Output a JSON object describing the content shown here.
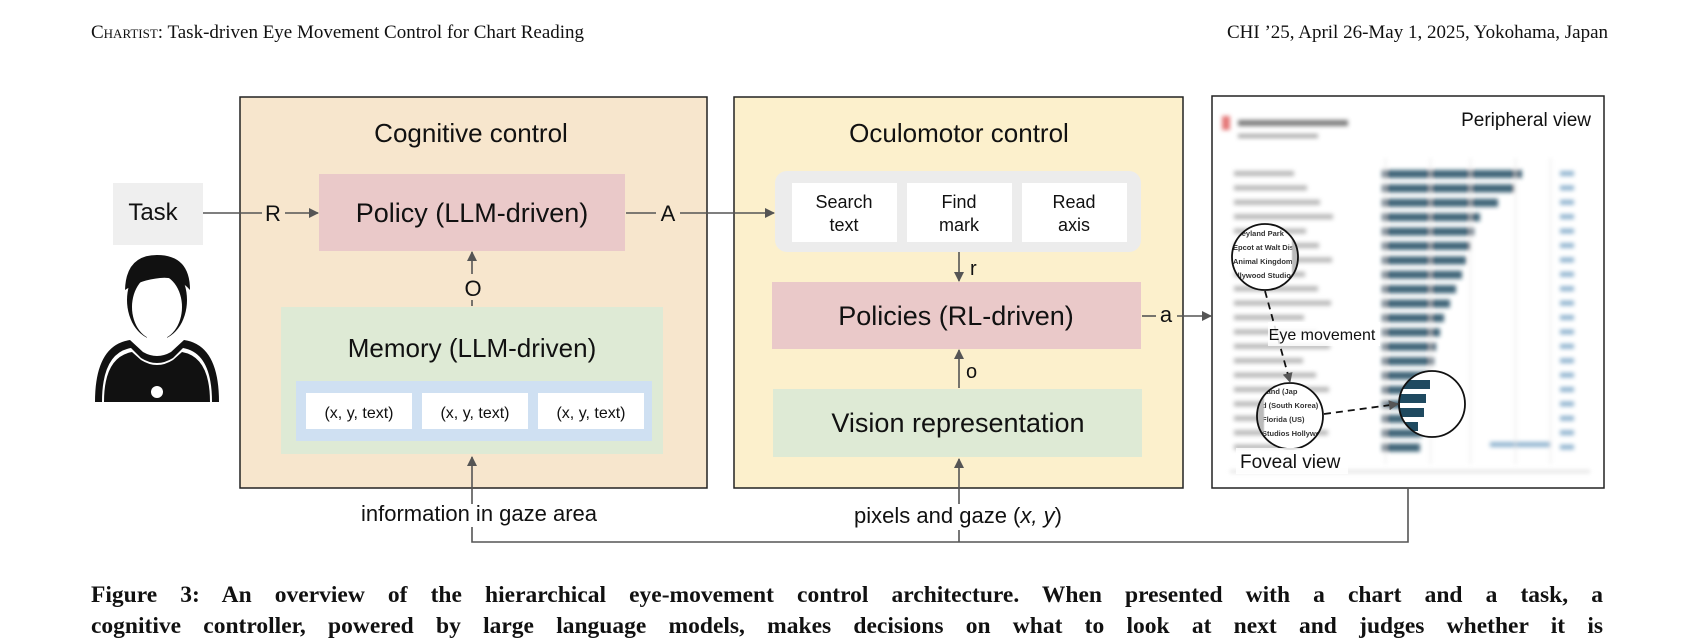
{
  "header": {
    "left_smallcaps": "Chartist",
    "left_rest": ": Task-driven Eye Movement Control for Chart Reading",
    "right": "CHI ’25, April 26-May 1, 2025, Yokohama, Japan"
  },
  "diagram": {
    "task_label": "Task",
    "edge_R": "R",
    "edge_A": "A",
    "edge_O": "O",
    "edge_r": "r",
    "edge_o": "o",
    "edge_a": "a",
    "cognitive": {
      "title": "Cognitive control",
      "policy": "Policy (LLM-driven)",
      "memory": "Memory (LLM-driven)",
      "slots": [
        "(x, y, text)",
        "(x, y, text)",
        "(x, y, text)"
      ]
    },
    "oculomotor": {
      "title": "Oculomotor control",
      "subtasks": [
        [
          "Search",
          "text"
        ],
        [
          "Find",
          "mark"
        ],
        [
          "Read",
          "axis"
        ]
      ],
      "policies": "Policies (RL-driven)",
      "vision": "Vision representation"
    },
    "view": {
      "peripheral": "Peripheral view",
      "eye_movement": "Eye movement",
      "foveal": "Foveal view",
      "zoom_labels_top": [
        "sneyland Park",
        "Epcot at Walt Disney",
        "Animal Kingdom at W",
        "ollywood Studios"
      ],
      "zoom_labels_bottom": [
        "Land (Jap",
        "d (South Korea)",
        "Florida (US)",
        "Studios Hollywoo"
      ]
    },
    "bottom_left_label": "information in gaze area",
    "bottom_right_label_prefix": "pixels and gaze (",
    "bottom_right_label_xy": "x, y",
    "bottom_right_label_suffix": ")"
  },
  "caption": {
    "lead": "Figure 3: An overview of the hierarchical eye-movement control architecture. When presented with a chart and a task, a",
    "next": "cognitive controller, powered by large language models, makes decisions on what to look at next and judges whether it is"
  },
  "colors": {
    "cognitive_bg": "#f7e6cd",
    "oculomotor_bg": "#fcf0cc",
    "policy_bg": "#eac9c9",
    "memory_bg": "#deead5",
    "slot_bg": "#cfe0f2",
    "bar": "#1f4a60"
  }
}
